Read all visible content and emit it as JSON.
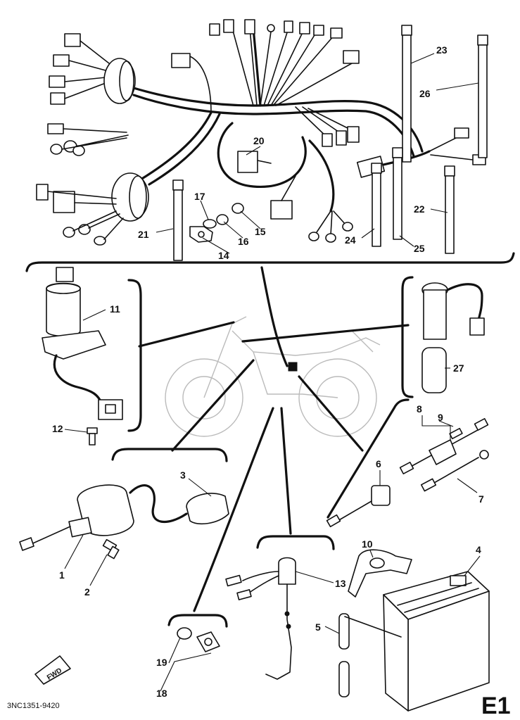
{
  "diagram": {
    "part_number": "3NC1351-9420",
    "page_code": "E1",
    "fwd_label": "FWD",
    "callouts": [
      {
        "id": "c1",
        "label": "1"
      },
      {
        "id": "c2",
        "label": "2"
      },
      {
        "id": "c3",
        "label": "3"
      },
      {
        "id": "c4",
        "label": "4"
      },
      {
        "id": "c5",
        "label": "5"
      },
      {
        "id": "c6",
        "label": "6"
      },
      {
        "id": "c7",
        "label": "7"
      },
      {
        "id": "c8",
        "label": "8"
      },
      {
        "id": "c9",
        "label": "9"
      },
      {
        "id": "c10",
        "label": "10"
      },
      {
        "id": "c11",
        "label": "11"
      },
      {
        "id": "c12",
        "label": "12"
      },
      {
        "id": "c13",
        "label": "13"
      },
      {
        "id": "c14",
        "label": "14"
      },
      {
        "id": "c15",
        "label": "15"
      },
      {
        "id": "c16",
        "label": "16"
      },
      {
        "id": "c17",
        "label": "17"
      },
      {
        "id": "c18",
        "label": "18"
      },
      {
        "id": "c19",
        "label": "19"
      },
      {
        "id": "c20",
        "label": "20"
      },
      {
        "id": "c21",
        "label": "21"
      },
      {
        "id": "c22",
        "label": "22"
      },
      {
        "id": "c23",
        "label": "23"
      },
      {
        "id": "c24",
        "label": "24"
      },
      {
        "id": "c25",
        "label": "25"
      },
      {
        "id": "c26",
        "label": "26"
      },
      {
        "id": "c27",
        "label": "27"
      }
    ]
  }
}
